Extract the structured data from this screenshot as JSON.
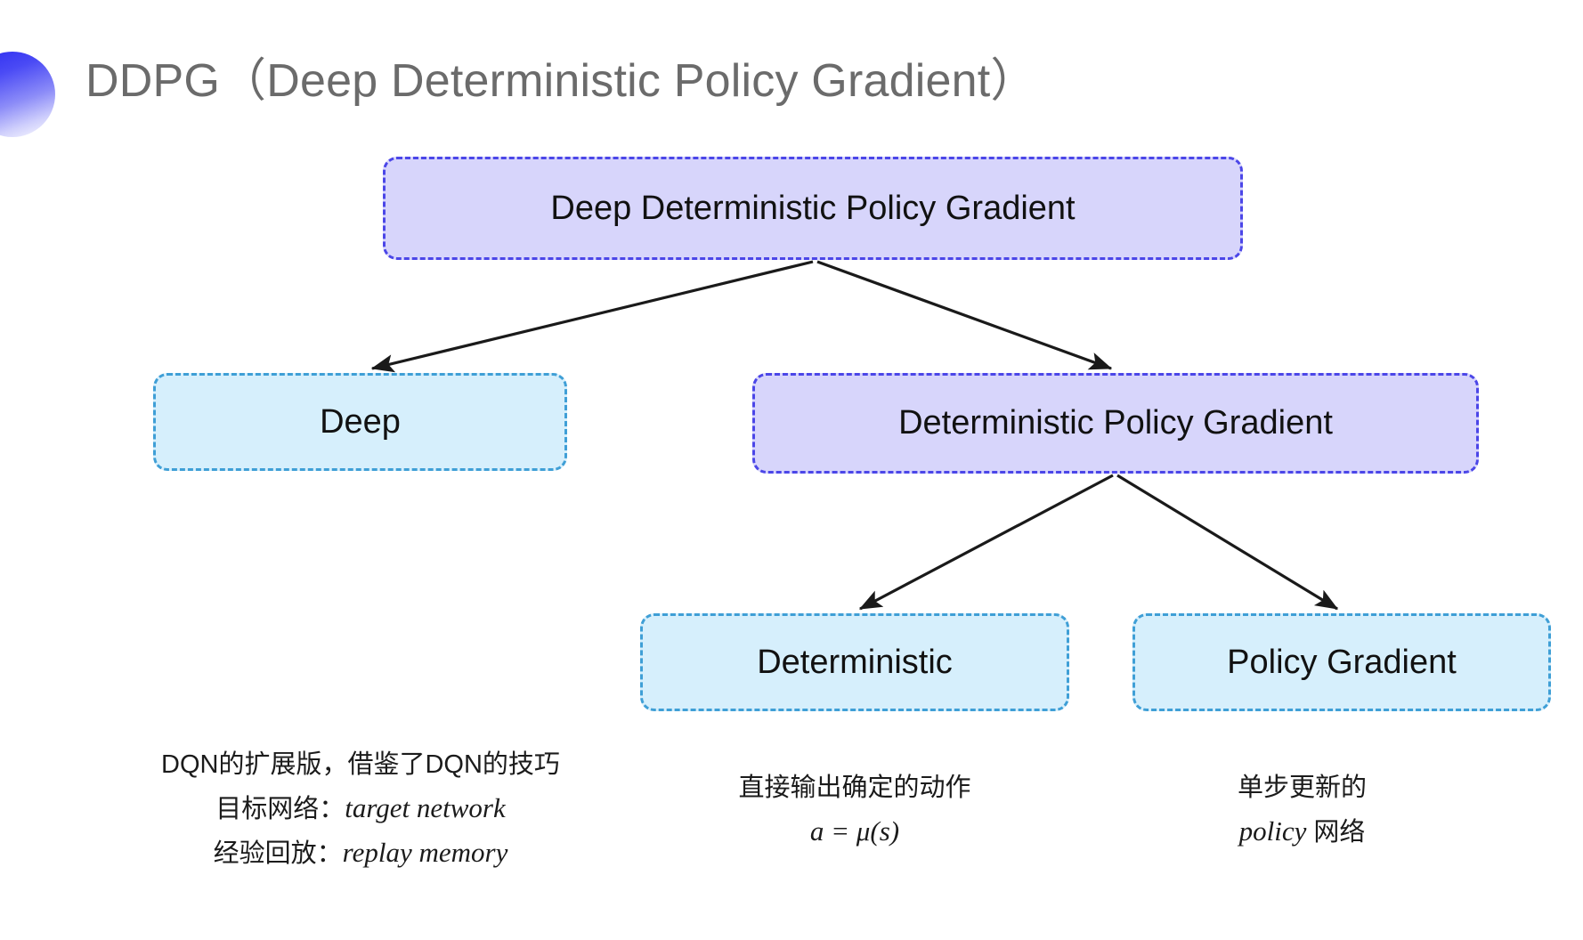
{
  "slide": {
    "title": "DDPG（Deep Deterministic Policy Gradient）",
    "accent_color": "#2b2bf0",
    "title_color": "#6b6b6b",
    "background": "#ffffff"
  },
  "palette": {
    "purple_fill": "#d7d5fb",
    "purple_border": "#4b46e8",
    "cyan_fill": "#d6effc",
    "cyan_border": "#3f9fd6",
    "arrow_color": "#1a1a1a"
  },
  "diagram": {
    "nodes": [
      {
        "id": "root",
        "label": "Deep Deterministic Policy Gradient",
        "style": "purple"
      },
      {
        "id": "deep",
        "label": "Deep",
        "style": "cyan"
      },
      {
        "id": "dpg",
        "label": "Deterministic Policy Gradient",
        "style": "purple"
      },
      {
        "id": "deterministic",
        "label": "Deterministic",
        "style": "cyan"
      },
      {
        "id": "policy_gradient",
        "label": "Policy Gradient",
        "style": "cyan"
      }
    ],
    "edges": [
      {
        "from": "root",
        "to": "deep"
      },
      {
        "from": "root",
        "to": "dpg"
      },
      {
        "from": "dpg",
        "to": "deterministic"
      },
      {
        "from": "dpg",
        "to": "policy_gradient"
      }
    ]
  },
  "captions": {
    "deep": {
      "line1": "DQN的扩展版，借鉴了DQN的技巧",
      "line2_label": "目标网络：",
      "line2_term": "target network",
      "line3_label": "经验回放：",
      "line3_term": "replay memory"
    },
    "deterministic": {
      "line1": "直接输出确定的动作",
      "formula": "a = μ(s)"
    },
    "policy_gradient": {
      "line1": "单步更新的",
      "line2_term": "policy",
      "line2_suffix": " 网络"
    }
  }
}
